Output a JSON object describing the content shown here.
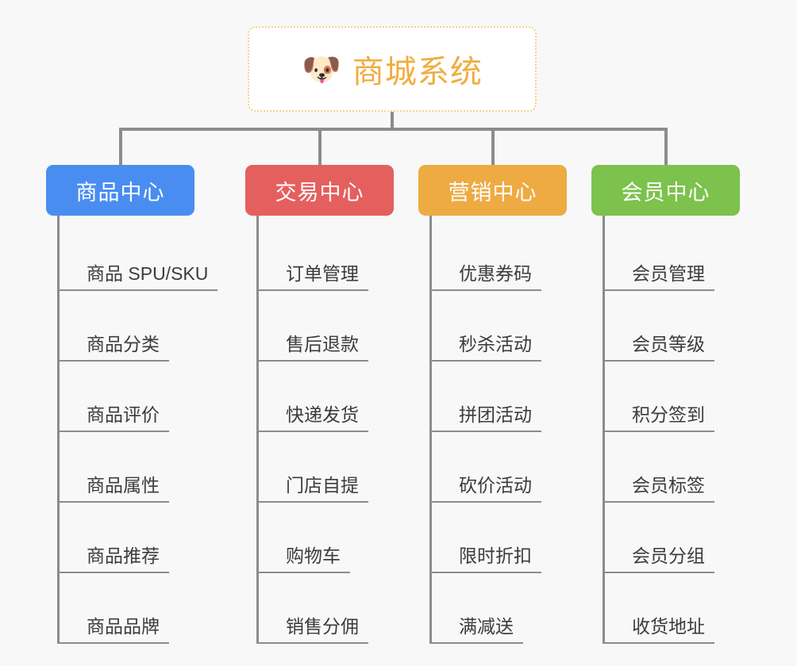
{
  "root": {
    "icon": "dog-face-emoji",
    "emoji_glyph": "🐶",
    "title": "商城系统",
    "border_color": "#f5d08a",
    "text_color": "#f0ad3f"
  },
  "background_color": "#f8f8f8",
  "line_color": "#8c8c8c",
  "columns": [
    {
      "name": "product-center",
      "label": "商品中心",
      "color": "#4a8df0",
      "items": [
        "商品 SPU/SKU",
        "商品分类",
        "商品评价",
        "商品属性",
        "商品推荐",
        "商品品牌"
      ]
    },
    {
      "name": "trade-center",
      "label": "交易中心",
      "color": "#e4605f",
      "items": [
        "订单管理",
        "售后退款",
        "快递发货",
        "门店自提",
        "购物车",
        "销售分佣"
      ]
    },
    {
      "name": "marketing-center",
      "label": "营销中心",
      "color": "#eeab42",
      "items": [
        "优惠券码",
        "秒杀活动",
        "拼团活动",
        "砍价活动",
        "限时折扣",
        "满减送"
      ]
    },
    {
      "name": "member-center",
      "label": "会员中心",
      "color": "#7cc24c",
      "items": [
        "会员管理",
        "会员等级",
        "积分签到",
        "会员标签",
        "会员分组",
        "收货地址"
      ]
    }
  ]
}
